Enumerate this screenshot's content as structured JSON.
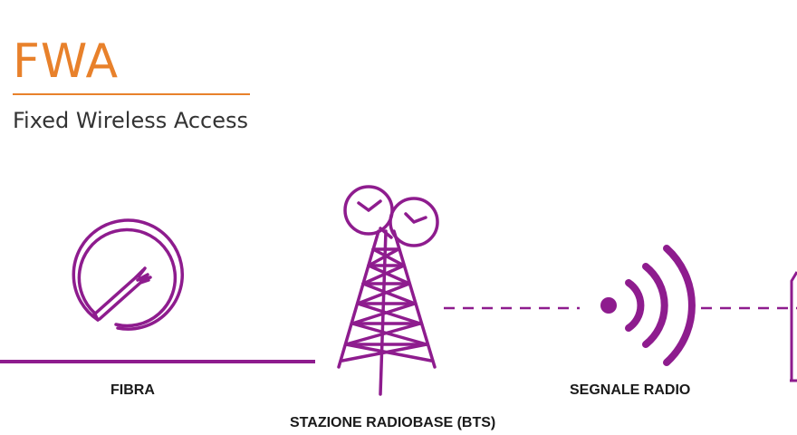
{
  "header": {
    "title": "FWA",
    "subtitle": "Fixed Wireless Access"
  },
  "labels": {
    "fiber": "FIBRA",
    "radio_signal": "SEGNALE RADIO",
    "base_station": "STAZIONE RADIOBASE (BTS)"
  },
  "colors": {
    "accent": "#e8812b",
    "diagram": "#8e1c8e",
    "text": "#1a1a1a"
  }
}
